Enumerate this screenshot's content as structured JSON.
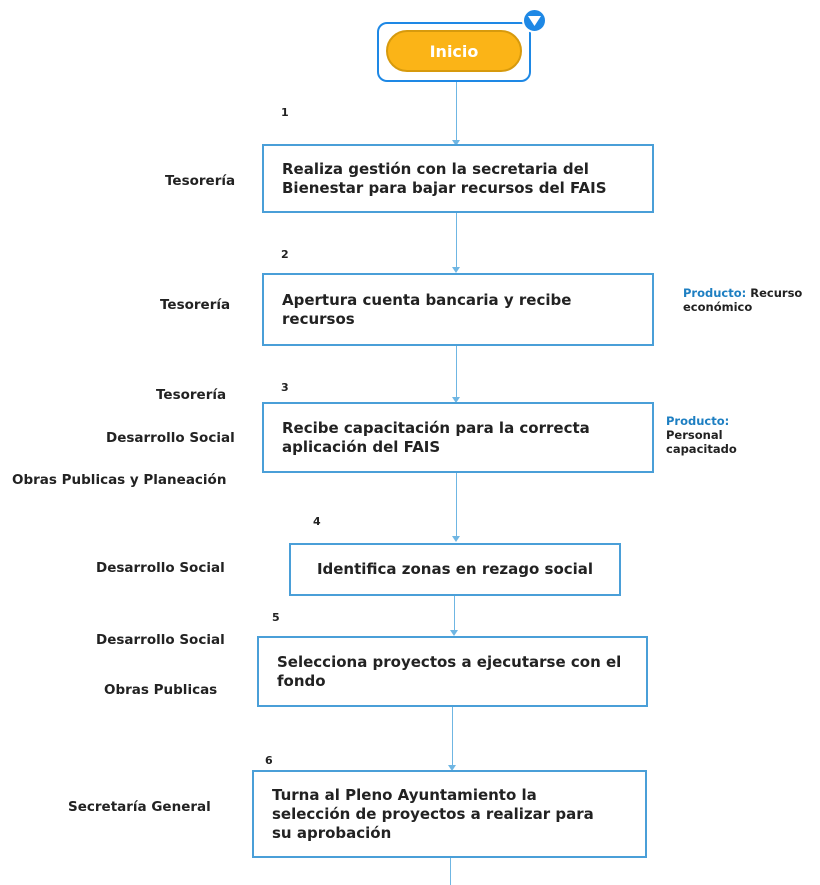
{
  "start": {
    "label": "Inicio"
  },
  "colors": {
    "accent": "#1e88e5",
    "box_border": "#4a9fd8",
    "start_fill": "#fbb417",
    "product_label": "#1e7fc2"
  },
  "icons": {
    "collapse": "triangle-down-icon"
  },
  "steps": [
    {
      "number": "1",
      "text": "Realiza gestión con la secretaria del Bienestar para bajar recursos del FAIS",
      "roles": [
        "Tesorería"
      ]
    },
    {
      "number": "2",
      "text": "Apertura cuenta bancaria y recibe recursos",
      "roles": [
        "Tesorería"
      ],
      "product_label": "Producto:",
      "product_value": "Recurso económico"
    },
    {
      "number": "3",
      "text": "Recibe capacitación para la correcta aplicación del FAIS",
      "roles": [
        "Tesorería",
        "Desarrollo Social",
        "Obras Publicas y Planeación"
      ],
      "product_label": "Producto:",
      "product_value": "Personal capacitado"
    },
    {
      "number": "4",
      "text": "Identifica zonas en rezago social",
      "roles": [
        "Desarrollo Social"
      ]
    },
    {
      "number": "5",
      "text": "Selecciona proyectos a ejecutarse con el fondo",
      "roles": [
        "Desarrollo Social",
        "Obras Publicas"
      ]
    },
    {
      "number": "6",
      "text": "Turna al Pleno Ayuntamiento la selección de proyectos a realizar para su aprobación",
      "roles": [
        "Secretaría General"
      ]
    }
  ]
}
